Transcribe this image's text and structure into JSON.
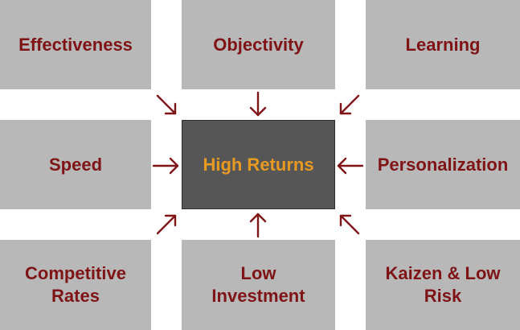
{
  "diagram": {
    "center": {
      "label": "High Returns"
    },
    "factors": [
      {
        "id": "top-left",
        "label": "Effectiveness"
      },
      {
        "id": "top-center",
        "label": "Objectivity"
      },
      {
        "id": "top-right",
        "label": "Learning"
      },
      {
        "id": "middle-left",
        "label": "Speed"
      },
      {
        "id": "middle-right",
        "label": "Personalization"
      },
      {
        "id": "bottom-left",
        "label": "Competitive\nRates"
      },
      {
        "id": "bottom-center",
        "label": "Low\nInvestment"
      },
      {
        "id": "bottom-right",
        "label": "Kaizen & Low\nRisk"
      }
    ],
    "colors": {
      "box": "#b8b8b8",
      "factor_text": "#7f1416",
      "center_box": "#565656",
      "center_text": "#e69a21",
      "arrow": "#7f1416"
    }
  }
}
